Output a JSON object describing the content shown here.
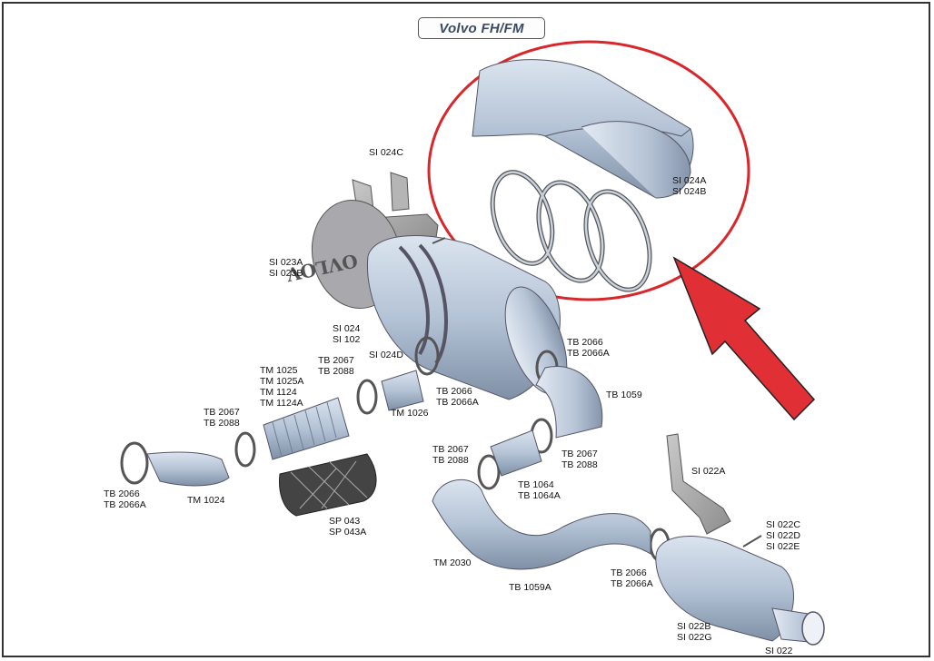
{
  "title": "Volvo FH/FM",
  "colors": {
    "part_blue": "#b7c6d8",
    "part_dark": "#6f7f94",
    "highlight_red": "#d9262b",
    "bracket_grey": "#9a9a9a"
  },
  "labels": {
    "si_024c": [
      "SI 024C"
    ],
    "si_024ab": [
      "SI 024A",
      "SI 024B"
    ],
    "si_023ab": [
      "SI 023A",
      "SI 023B"
    ],
    "si_024_102": [
      "SI 024",
      "SI 102"
    ],
    "si_024d": [
      "SI 024D"
    ],
    "tb_2067_2088_a": [
      "TB 2067",
      "TB 2088"
    ],
    "tm_1025": [
      "TM 1025",
      "TM 1025A",
      "TM 1124",
      "TM 1124A"
    ],
    "tb_2066_2066a_top": [
      "TB 2066",
      "TB 2066A"
    ],
    "tb_2066_2066a_mid": [
      "TB 2066",
      "TB 2066A"
    ],
    "tb_1059": [
      "TB 1059"
    ],
    "tm_1026": [
      "TM 1026"
    ],
    "tb_2067_2088_b": [
      "TB 2067",
      "TB 2088"
    ],
    "tb_2067_2088_c": [
      "TB 2067",
      "TB 2088"
    ],
    "tb_2067_2088_d": [
      "TB 2067",
      "TB 2088"
    ],
    "tb_2066_2066a_left": [
      "TB 2066",
      "TB 2066A"
    ],
    "tm_1024": [
      "TM 1024"
    ],
    "tb_1064": [
      "TB 1064",
      "TB 1064A"
    ],
    "sp_043": [
      "SP 043",
      "SP 043A"
    ],
    "si_022a": [
      "SI 022A"
    ],
    "si_022cde": [
      "SI 022C",
      "SI 022D",
      "SI 022E"
    ],
    "tm_2030": [
      "TM 2030"
    ],
    "tb_1059a": [
      "TB 1059A"
    ],
    "tb_2066_2066a_bottom": [
      "TB 2066",
      "TB 2066A"
    ],
    "si_022bg": [
      "SI 022B",
      "SI 022G"
    ],
    "si_022": [
      "SI 022"
    ]
  }
}
